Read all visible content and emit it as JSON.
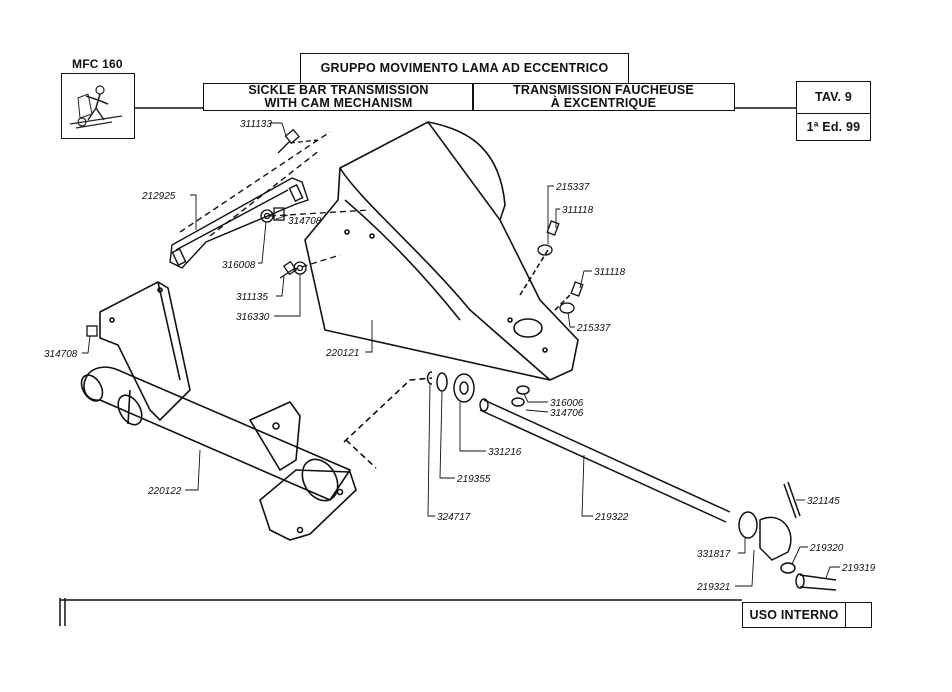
{
  "header": {
    "model": "MFC 160",
    "title_it": "GRUPPO MOVIMENTO LAMA AD ECCENTRICO",
    "title_en_line1": "SICKLE BAR TRANSMISSION",
    "title_en_line2": "WITH CAM MECHANISM",
    "title_fr_line1": "TRANSMISSION FAUCHEUSE",
    "title_fr_line2": "À EXCENTRIQUE",
    "table": "TAV. 9",
    "edition": "1ª Ed. 99"
  },
  "footer": {
    "internal_use": "USO INTERNO"
  },
  "parts": {
    "p311133": "311133",
    "p212925": "212925",
    "p314708a": "314708",
    "p316008": "316008",
    "p311135": "311135",
    "p316330": "316330",
    "p314708b": "314708",
    "p220121": "220121",
    "p220122": "220122",
    "p215337a": "215337",
    "p311118a": "311118",
    "p311118b": "311118",
    "p215337b": "215337",
    "p316006": "316006",
    "p314706": "314706",
    "p331216": "331216",
    "p219355": "219355",
    "p324717": "324717",
    "p219322": "219322",
    "p321145": "321145",
    "p331817": "331817",
    "p219320": "219320",
    "p219319": "219319",
    "p219321": "219321"
  }
}
